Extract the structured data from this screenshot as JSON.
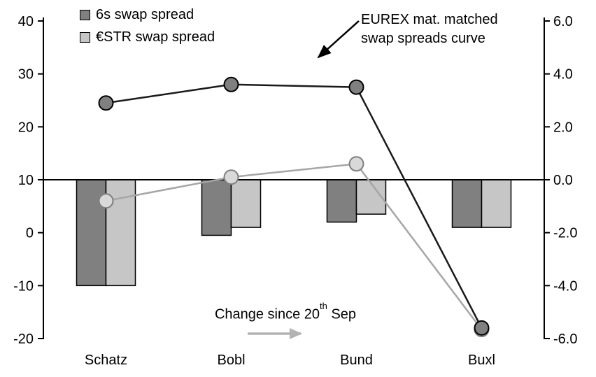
{
  "legend": {
    "items": [
      {
        "label": "6s swap spread",
        "color": "#808080"
      },
      {
        "label": "€STR swap spread",
        "color": "#c6c6c6"
      }
    ]
  },
  "annotations": {
    "curve_label_line1": "EUREX mat. matched",
    "curve_label_line2": "swap spreads curve",
    "change_prefix": "Change since 20",
    "change_sup": "th",
    "change_suffix": " Sep"
  },
  "chart_data": {
    "type": "combo-bar-line",
    "title": "",
    "categories": [
      "Schatz",
      "Bobl",
      "Bund",
      "Buxl"
    ],
    "left_axis": {
      "min": -20,
      "max": 40,
      "ticks": [
        40,
        30,
        20,
        10,
        0,
        -10,
        -20
      ]
    },
    "right_axis": {
      "min": -6,
      "max": 6,
      "tick_labels": [
        "6.0",
        "4.0",
        "2.0",
        "0.0",
        "-2.0",
        "-4.0",
        "-6.0"
      ]
    },
    "baseline_left_value": 10,
    "bar_series": [
      {
        "id": "6s",
        "name": "6s swap spread (change since 20th Sep, rhs)",
        "axis": "right",
        "color": "#808080",
        "values": [
          -4.0,
          -2.1,
          -1.6,
          -1.8
        ]
      },
      {
        "id": "estr",
        "name": "€STR swap spread (change since 20th Sep, rhs)",
        "axis": "right",
        "color": "#c6c6c6",
        "values": [
          -4.0,
          -1.8,
          -1.3,
          -1.8
        ]
      }
    ],
    "line_series": [
      {
        "id": "estr",
        "name": "€STR swap spread (lhs)",
        "axis": "left",
        "color": "#a6a6a6",
        "marker_fill": "#d9d9d9",
        "marker_stroke": "#7f7f7f",
        "values": [
          6,
          10.5,
          13,
          -18.3
        ]
      },
      {
        "id": "6s",
        "name": "6s swap spread (lhs)",
        "axis": "left",
        "color": "#1a1a1a",
        "marker_fill": "#808080",
        "marker_stroke": "#000000",
        "values": [
          24.5,
          28,
          27.5,
          -18
        ]
      }
    ],
    "grid": false,
    "legend_position": "top-left"
  }
}
